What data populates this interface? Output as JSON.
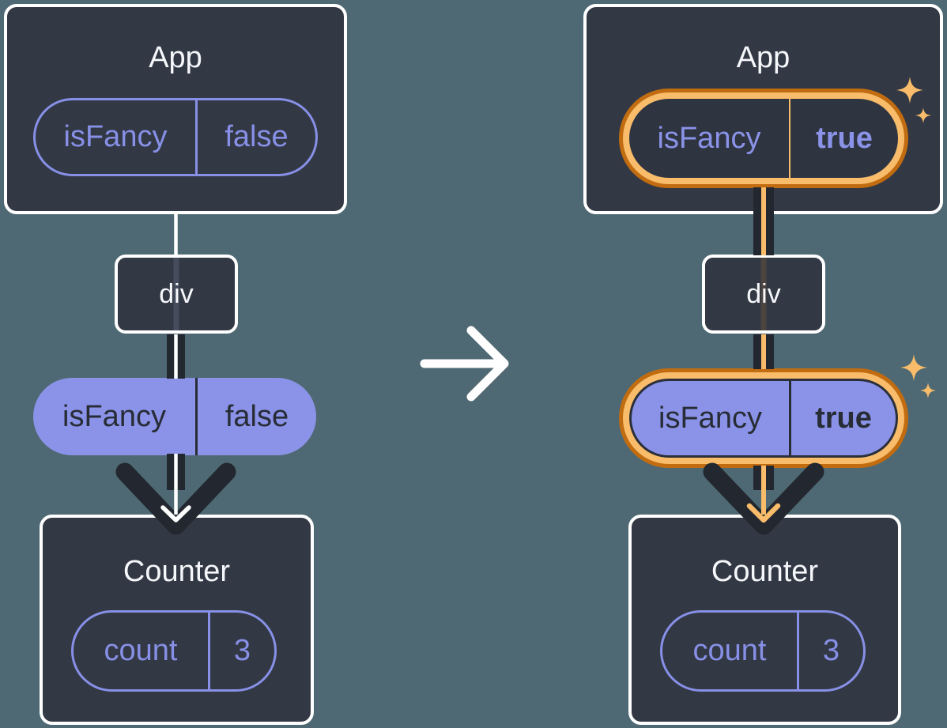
{
  "colors": {
    "background": "#4e6973",
    "card_background": "#323844",
    "card_border": "#ffffff",
    "purple_outline": "#8790e6",
    "purple_fill": "#8b93e8",
    "dark_text": "#272c35",
    "dark_connector": "#23272f",
    "highlight_orange_dark": "#c16c10",
    "highlight_orange_light": "#f8bc6a",
    "white_connector": "#ffffff"
  },
  "left_tree": {
    "app": {
      "title": "App",
      "state": {
        "key": "isFancy",
        "value": "false"
      }
    },
    "div": {
      "label": "div"
    },
    "prop": {
      "key": "isFancy",
      "value": "false"
    },
    "counter": {
      "title": "Counter",
      "state": {
        "key": "count",
        "value": "3"
      }
    }
  },
  "right_tree": {
    "app": {
      "title": "App",
      "state": {
        "key": "isFancy",
        "value": "true"
      }
    },
    "div": {
      "label": "div"
    },
    "prop": {
      "key": "isFancy",
      "value": "true"
    },
    "counter": {
      "title": "Counter",
      "state": {
        "key": "count",
        "value": "3"
      }
    }
  }
}
